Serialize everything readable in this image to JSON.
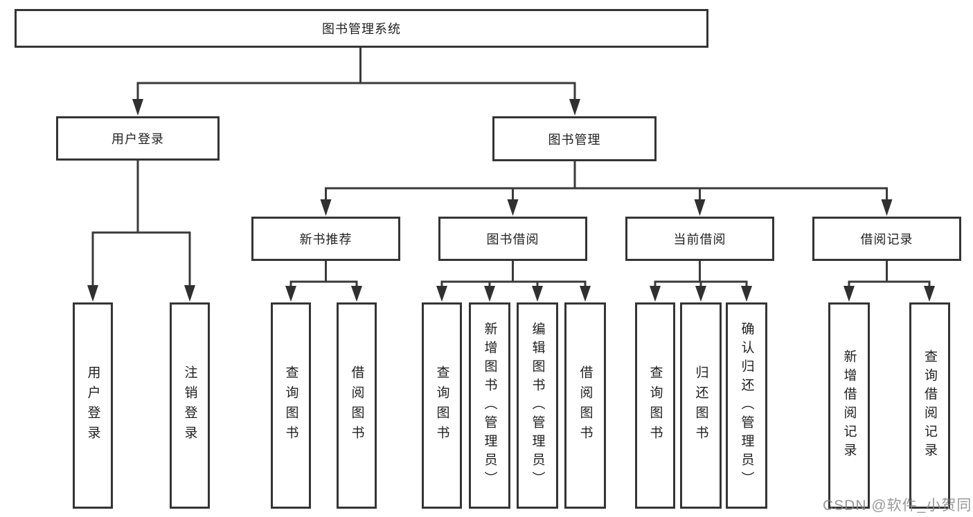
{
  "diagram": {
    "root": {
      "label": "图书管理系统"
    },
    "level2": [
      {
        "label": "用户登录"
      },
      {
        "label": "图书管理"
      }
    ],
    "level3": [
      {
        "label": "新书推荐",
        "parent": "图书管理"
      },
      {
        "label": "图书借阅",
        "parent": "图书管理"
      },
      {
        "label": "当前借阅",
        "parent": "图书管理"
      },
      {
        "label": "借阅记录",
        "parent": "图书管理"
      }
    ],
    "leaves": [
      {
        "label": "用户登录",
        "parent": "用户登录"
      },
      {
        "label": "注销登录",
        "parent": "用户登录"
      },
      {
        "label": "查询图书",
        "parent": "新书推荐"
      },
      {
        "label": "借阅图书",
        "parent": "新书推荐"
      },
      {
        "label": "查询图书",
        "parent": "图书借阅"
      },
      {
        "label": "新增图书（管理员）",
        "parent": "图书借阅"
      },
      {
        "label": "编辑图书（管理员）",
        "parent": "图书借阅"
      },
      {
        "label": "借阅图书",
        "parent": "图书借阅"
      },
      {
        "label": "查询图书",
        "parent": "当前借阅"
      },
      {
        "label": "归还图书",
        "parent": "当前借阅"
      },
      {
        "label": "确认归还（管理员）",
        "parent": "当前借阅"
      },
      {
        "label": "新增借阅记录",
        "parent": "借阅记录"
      },
      {
        "label": "查询借阅记录",
        "parent": "借阅记录"
      }
    ]
  },
  "watermark": {
    "text": "CSDN @软件_小贺同学"
  },
  "colors": {
    "background": "#ffffff",
    "line": "#3a3a3a",
    "box_border": "#343434",
    "text": "#1f1f1f",
    "watermark": "#868686"
  }
}
